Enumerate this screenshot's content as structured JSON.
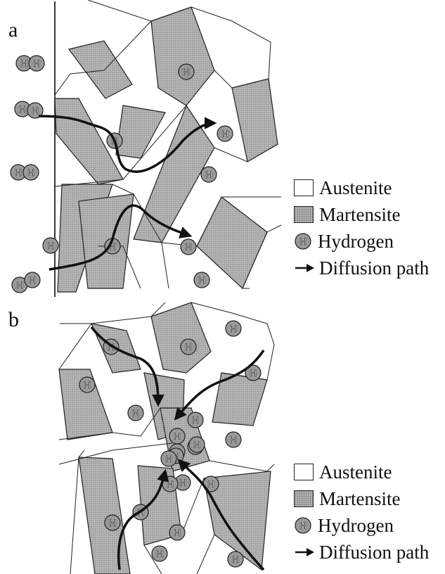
{
  "panels": [
    {
      "letter": "a",
      "legend": {
        "austenite": "Austenite",
        "martensite": "Martensite",
        "hydrogen": "Hydrogen",
        "diffusion": "Diffusion path"
      }
    },
    {
      "letter": "b",
      "legend": {
        "austenite": "Austenite",
        "martensite": "Martensite",
        "hydrogen": "Hydrogen",
        "diffusion": "Diffusion path"
      }
    }
  ],
  "atom_label": "H",
  "colors": {
    "austenite": "#ffffff",
    "martensite": "#b8b8b8",
    "line": "#222222",
    "atom_fill": "#9a9a9a"
  },
  "icons": {
    "hydrogen": "hydrogen-atom-icon",
    "arrow": "arrow-right-icon",
    "austenite": "austenite-swatch",
    "martensite": "martensite-swatch"
  }
}
